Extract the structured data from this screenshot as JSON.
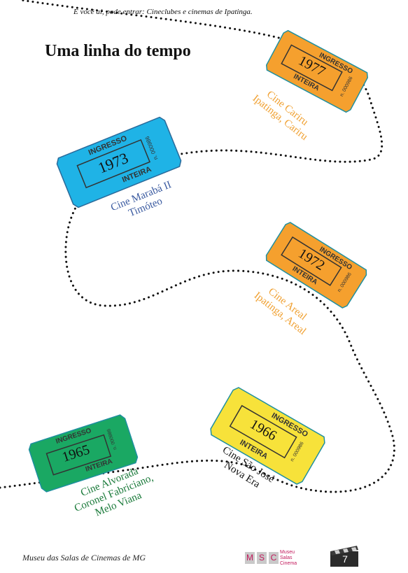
{
  "header": {
    "text": "E você aí, pode entrar: Cineclubes e cinemas de Ipatinga."
  },
  "page_title": "Uma linha do tempo",
  "tickets": [
    {
      "year": "1977",
      "color": "#f5a02e",
      "border": "#e08a20",
      "line": "#1f8fa0",
      "ingresso": "INGRESSO",
      "inteira": "INTEIRA",
      "serial": "n. 000986",
      "caption": [
        "Cine Cariru",
        "Ipatinga, Cariru"
      ],
      "caption_color": "#f0a030"
    },
    {
      "year": "1973",
      "color": "#1fb3e6",
      "border": "#1592c0",
      "line": "#2a6a9a",
      "ingresso": "INGRESSO",
      "inteira": "INTEIRA",
      "serial": "n. 000986",
      "caption": [
        "Cine Marabá II",
        "Timóteo"
      ],
      "caption_color": "#3a5aa0"
    },
    {
      "year": "1972",
      "color": "#f5a02e",
      "border": "#e08a20",
      "line": "#1f8fa0",
      "ingresso": "INGRESSO",
      "inteira": "INTEIRA",
      "serial": "n. 000986",
      "caption": [
        "Cine Areal",
        "Ipatinga, Areal"
      ],
      "caption_color": "#f0a030"
    },
    {
      "year": "1966",
      "color": "#f7e23a",
      "border": "#d9c01f",
      "line": "#1f8fa0",
      "ingresso": "INGRESSO",
      "inteira": "INTEIRA",
      "serial": "n. 000986",
      "caption": [
        "Cine São José",
        "Nova Era"
      ],
      "caption_color": "#111111"
    },
    {
      "year": "1965",
      "color": "#1aa863",
      "border": "#128a4f",
      "line": "#1f8fa0",
      "ingresso": "INGRESSO",
      "inteira": "INTEIRA",
      "serial": "n. 000986",
      "caption": [
        "Cine Alvorada",
        "Coronel Fabriciano,",
        "Melo Viana"
      ],
      "caption_color": "#1a7a3a"
    }
  ],
  "footer": {
    "text": "Museu das Salas de Cinemas de MG",
    "logo_letters": [
      "M",
      "S",
      "C"
    ],
    "logo_label": [
      "Museu",
      "Salas",
      "Cinema"
    ],
    "page_number": "7"
  },
  "colors": {
    "path": "#111111",
    "logo_accent": "#c2185b"
  },
  "icons": {
    "page_badge": "clapperboard-icon"
  }
}
